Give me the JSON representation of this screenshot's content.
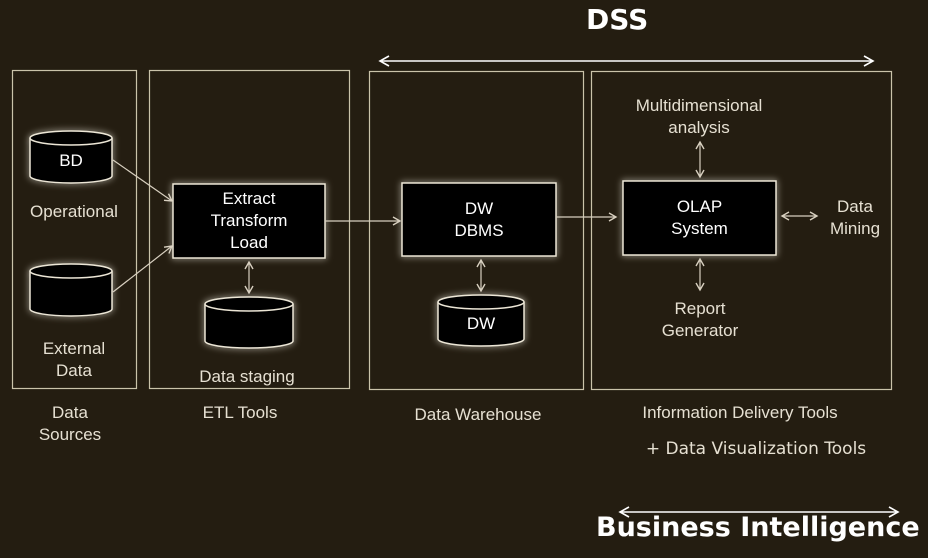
{
  "header": {
    "dss": "DSS",
    "bi": "Business Intelligence"
  },
  "sources": {
    "db_top": "BD",
    "operational": "Operational",
    "external_line1": "External",
    "external_line2": "Data",
    "caption_line1": "Data",
    "caption_line2": "Sources"
  },
  "etl": {
    "box_line1": "Extract",
    "box_line2": "Transform",
    "box_line3": "Load",
    "staging": "Data staging",
    "caption": "ETL Tools"
  },
  "warehouse": {
    "box_line1": "DW",
    "box_line2": "DBMS",
    "db": "DW",
    "caption": "Data Warehouse"
  },
  "delivery": {
    "multi_line1": "Multidimensional",
    "multi_line2": "analysis",
    "olap_line1": "OLAP",
    "olap_line2": "System",
    "mining_line1": "Data",
    "mining_line2": "Mining",
    "report_line1": "Report",
    "report_line2": "Generator",
    "caption": "Information Delivery Tools",
    "extra_caption": "+ Data Visualization Tools"
  }
}
